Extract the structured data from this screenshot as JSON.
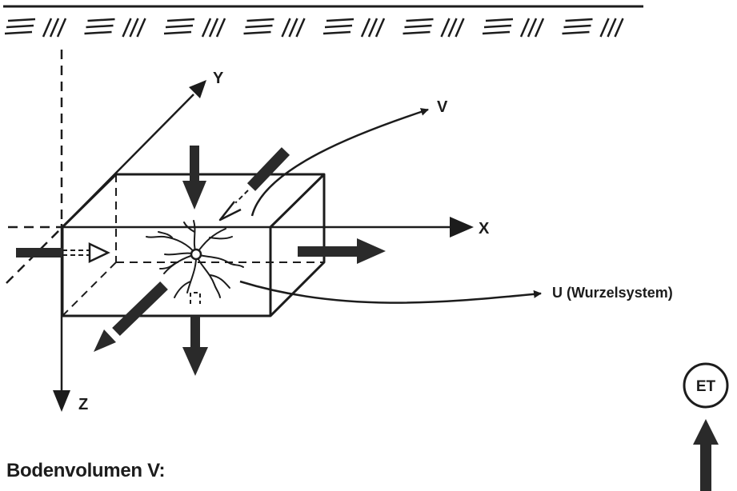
{
  "axes": {
    "x_label": "X",
    "y_label": "Y",
    "z_label": "Z",
    "v_label": "V"
  },
  "root_label": "U (Wurzelsystem)",
  "et_label": "ET",
  "caption": "Bodenvolumen V:"
}
